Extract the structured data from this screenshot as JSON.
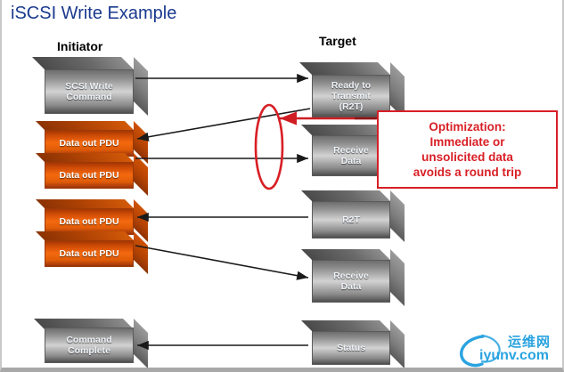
{
  "slide": {
    "title": "iSCSI Write Example"
  },
  "columns": {
    "initiator": "Initiator",
    "target": "Target"
  },
  "initiator_blocks": [
    {
      "id": "scsi-write-command",
      "label": "SCSI Write\nCommand",
      "color": "gray"
    },
    {
      "id": "data-out-pdu-1",
      "label": "Data out PDU",
      "color": "orange"
    },
    {
      "id": "data-out-pdu-2",
      "label": "Data out PDU",
      "color": "orange"
    },
    {
      "id": "data-out-pdu-3",
      "label": "Data out PDU",
      "color": "orange"
    },
    {
      "id": "data-out-pdu-4",
      "label": "Data out PDU",
      "color": "orange"
    },
    {
      "id": "command-complete",
      "label": "Command\nComplete",
      "color": "gray"
    }
  ],
  "target_blocks": [
    {
      "id": "ready-to-transmit",
      "label": "Ready to\nTransmit\n(R2T)",
      "color": "gray"
    },
    {
      "id": "receive-data-1",
      "label": "Receive\nData",
      "color": "gray"
    },
    {
      "id": "r2t",
      "label": "R2T",
      "color": "gray"
    },
    {
      "id": "receive-data-2",
      "label": "Receive\nData",
      "color": "gray"
    },
    {
      "id": "status",
      "label": "Status",
      "color": "gray"
    }
  ],
  "callout": {
    "text": "Optimization:\nImmediate or\nunsolicited data\navoids a round trip",
    "border_color": "#d81f26",
    "text_color": "#d81f26"
  },
  "annotations": {
    "highlight_ellipse": "red-ellipse-highlight",
    "pointer_line": "red-pointer-line"
  },
  "logo": {
    "chinese": "运维网",
    "domain": "iyunv.com",
    "color": "#2aa3e0"
  },
  "colors": {
    "title": "#1a3a8f",
    "accent_red": "#d81f26",
    "orange": "#f4690f",
    "gray": "#8d8d8d",
    "arrow": "#1a1a1a"
  }
}
